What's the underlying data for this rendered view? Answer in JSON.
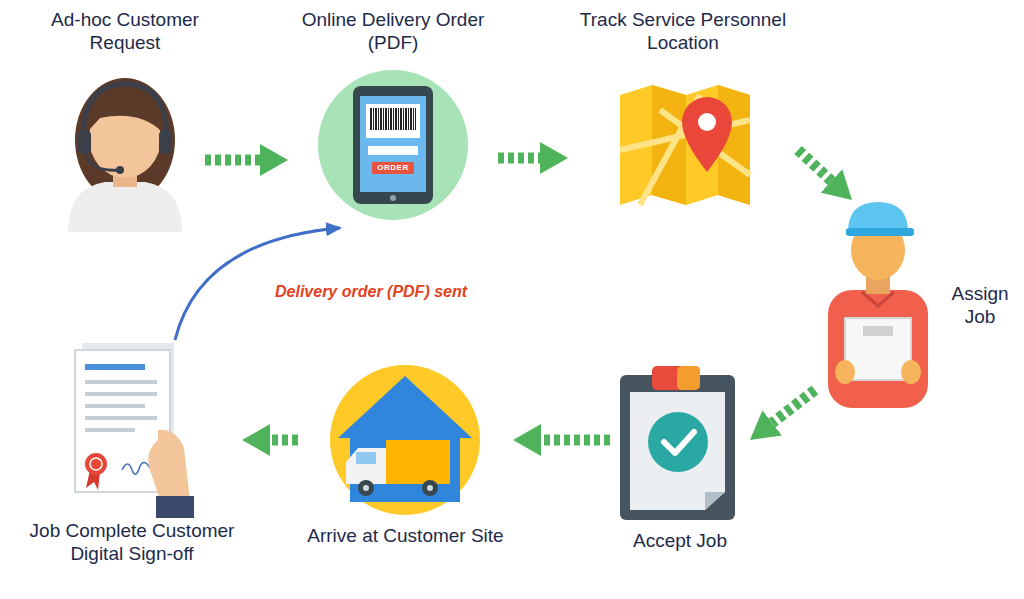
{
  "diagram": {
    "nodes": [
      {
        "text": [
          "Ad-hoc Customer Request"
        ]
      },
      {
        "text": [
          "Online Delivery Order (PDF)"
        ]
      },
      {
        "text": [
          "Track Service Personnel Location"
        ]
      },
      {
        "text": [
          "Assign Job"
        ]
      },
      {
        "text": [
          "Accept Job"
        ]
      },
      {
        "text": [
          "Arrive at Customer Site"
        ]
      },
      {
        "text": [
          "Job Complete Customer Digital Sign-off"
        ]
      }
    ],
    "edges": [
      {
        "from": 0,
        "to": 1,
        "arrow": "to"
      },
      {
        "from": 1,
        "to": 2,
        "arrow": "to"
      },
      {
        "from": 2,
        "to": 3,
        "arrow": "to"
      },
      {
        "from": 3,
        "to": 4,
        "arrow": "to"
      },
      {
        "from": 4,
        "to": 5,
        "arrow": "to"
      },
      {
        "from": 5,
        "to": 6,
        "arrow": "to"
      },
      {
        "from": 6,
        "to": 1,
        "label": "Delivery order (PDF) sent",
        "arrow": "to"
      }
    ],
    "labels": [
      "ORDER"
    ]
  }
}
